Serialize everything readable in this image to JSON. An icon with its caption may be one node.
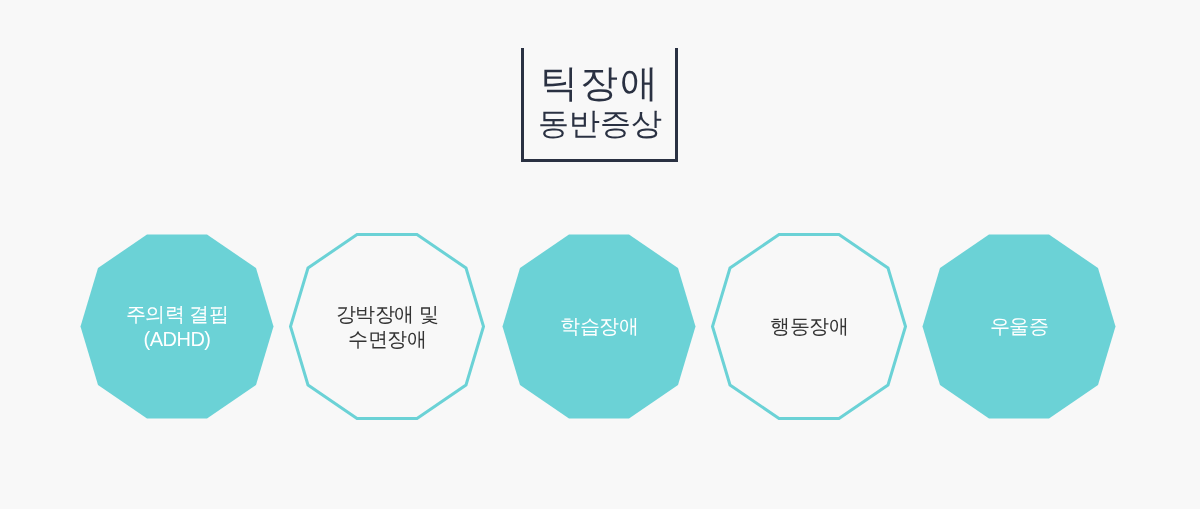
{
  "diagram": {
    "title": "틱장애 동반증상",
    "nodes": [
      {
        "text": [
          "주의력 결핍 (ADHD)"
        ]
      },
      {
        "text": [
          "강박장애 및 수면장애"
        ]
      },
      {
        "text": [
          "학습장애"
        ]
      },
      {
        "text": [
          "행동장애"
        ]
      },
      {
        "text": [
          "우울증"
        ]
      }
    ]
  }
}
